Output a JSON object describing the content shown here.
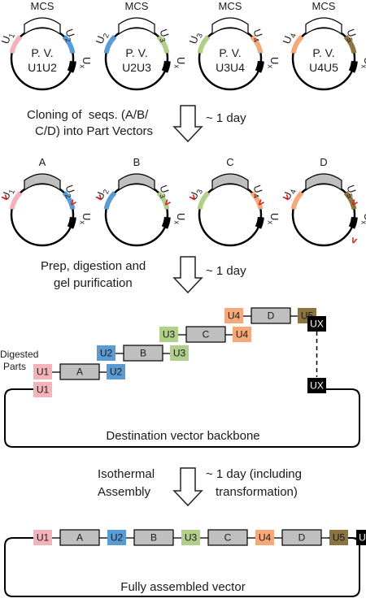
{
  "colors": {
    "U1": "#f4b3b8",
    "U2": "#5b9bd5",
    "U3": "#b2cf8a",
    "U4": "#f5a97a",
    "U5": "#8c7440",
    "UX": "#000000",
    "part_fill": "#bfbfbf",
    "arrow_red": "#e02020"
  },
  "part_vectors": [
    {
      "mcs": "MCS",
      "left": "U",
      "left_sub": "1",
      "right": "U",
      "right_sub": "2",
      "ux": "U",
      "ux_sub": "x",
      "name1": "P. V.",
      "name2": "U1U2"
    },
    {
      "mcs": "MCS",
      "left": "U",
      "left_sub": "2",
      "right": "U",
      "right_sub": "3",
      "ux": "U",
      "ux_sub": "x",
      "name1": "P. V.",
      "name2": "U2U3"
    },
    {
      "mcs": "MCS",
      "left": "U",
      "left_sub": "3",
      "right": "U",
      "right_sub": "4",
      "ux": "U",
      "ux_sub": "x",
      "name1": "P. V.",
      "name2": "U3U4"
    },
    {
      "mcs": "MCS",
      "left": "U",
      "left_sub": "4",
      "right": "U",
      "right_sub": "5",
      "ux": "U",
      "ux_sub": "x",
      "name1": "P. V.",
      "name2": "U4U5"
    }
  ],
  "cloned_vectors": [
    {
      "part": "A",
      "left": "U",
      "left_sub": "1",
      "right": "U",
      "right_sub": "2",
      "ux": "U",
      "ux_sub": "x"
    },
    {
      "part": "B",
      "left": "U",
      "left_sub": "2",
      "right": "U",
      "right_sub": "3",
      "ux": "U",
      "ux_sub": "x"
    },
    {
      "part": "C",
      "left": "U",
      "left_sub": "3",
      "right": "U",
      "right_sub": "4",
      "ux": "U",
      "ux_sub": "x"
    },
    {
      "part": "D",
      "left": "U",
      "left_sub": "4",
      "right": "U",
      "right_sub": "5",
      "ux": "U",
      "ux_sub": "x"
    }
  ],
  "steps": [
    {
      "line1": "Cloning of  seqs. (A/B/",
      "line2": "C/D) into Part Vectors",
      "time1": "~ 1 day",
      "time2": ""
    },
    {
      "line1": "Prep, digestion and",
      "line2": "gel purification",
      "time1": "~ 1 day",
      "time2": ""
    },
    {
      "line1": "Isothermal",
      "line2": "Assembly",
      "time1": "~ 1 day (including",
      "time2": "transformation)"
    }
  ],
  "digested": {
    "label1": "Digested",
    "label2": "Parts",
    "backbone_label": "Destination vector backbone",
    "backbone_u1": "U1",
    "backbone_ux": "UX",
    "fragments": [
      {
        "left": "U1",
        "part": "A",
        "right": "U2"
      },
      {
        "left": "U2",
        "part": "B",
        "right": "U3"
      },
      {
        "left": "U3",
        "part": "C",
        "right": "U4"
      },
      {
        "left": "U4",
        "part": "D",
        "right": "U5"
      }
    ],
    "top_ux": "UX"
  },
  "assembled": {
    "label": "Fully assembled vector",
    "items": [
      "U1",
      "A",
      "U2",
      "B",
      "U3",
      "C",
      "U4",
      "D",
      "U5",
      "UX"
    ]
  }
}
